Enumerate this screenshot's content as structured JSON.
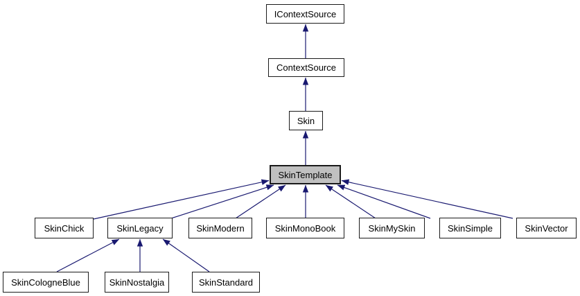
{
  "diagram": {
    "type": "class-inheritance-graph",
    "colors": {
      "edge": "#191970",
      "node_border": "#1a1a1a",
      "node_fill": "#ffffff",
      "highlight_fill": "#c0c0c0",
      "background": "#ffffff",
      "text": "#000000"
    },
    "nodes": [
      {
        "label": "IContextSource",
        "highlighted": false
      },
      {
        "label": "ContextSource",
        "highlighted": false
      },
      {
        "label": "Skin",
        "highlighted": false
      },
      {
        "label": "SkinTemplate",
        "highlighted": true
      },
      {
        "label": "SkinChick",
        "highlighted": false
      },
      {
        "label": "SkinLegacy",
        "highlighted": false
      },
      {
        "label": "SkinModern",
        "highlighted": false
      },
      {
        "label": "SkinMonoBook",
        "highlighted": false
      },
      {
        "label": "SkinMySkin",
        "highlighted": false
      },
      {
        "label": "SkinSimple",
        "highlighted": false
      },
      {
        "label": "SkinVector",
        "highlighted": false
      },
      {
        "label": "SkinCologneBlue",
        "highlighted": false
      },
      {
        "label": "SkinNostalgia",
        "highlighted": false
      },
      {
        "label": "SkinStandard",
        "highlighted": false
      }
    ],
    "edges": [
      {
        "from": "ContextSource",
        "to": "IContextSource"
      },
      {
        "from": "Skin",
        "to": "ContextSource"
      },
      {
        "from": "SkinTemplate",
        "to": "Skin"
      },
      {
        "from": "SkinChick",
        "to": "SkinTemplate"
      },
      {
        "from": "SkinLegacy",
        "to": "SkinTemplate"
      },
      {
        "from": "SkinModern",
        "to": "SkinTemplate"
      },
      {
        "from": "SkinMonoBook",
        "to": "SkinTemplate"
      },
      {
        "from": "SkinMySkin",
        "to": "SkinTemplate"
      },
      {
        "from": "SkinSimple",
        "to": "SkinTemplate"
      },
      {
        "from": "SkinVector",
        "to": "SkinTemplate"
      },
      {
        "from": "SkinCologneBlue",
        "to": "SkinLegacy"
      },
      {
        "from": "SkinNostalgia",
        "to": "SkinLegacy"
      },
      {
        "from": "SkinStandard",
        "to": "SkinLegacy"
      }
    ]
  }
}
